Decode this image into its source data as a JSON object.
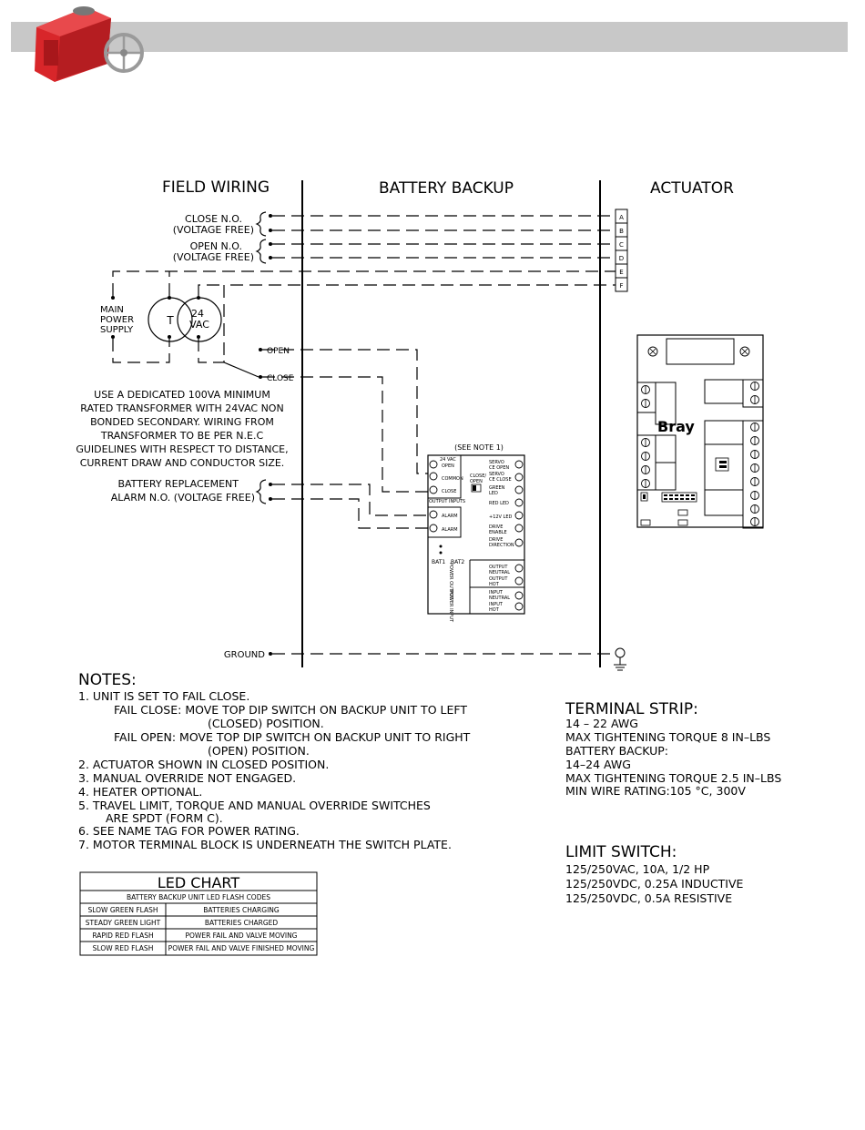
{
  "colors": {
    "header_bar": "#c8c8c8",
    "actuator_red": "#d8262a",
    "ink": "#000000"
  },
  "product_image": {
    "icon": "red-actuator-handwheel-icon"
  },
  "columns": {
    "field": "FIELD  WIRING",
    "battery": "BATTERY  BACKUP",
    "actuator": "ACTUATOR"
  },
  "field_labels": {
    "close_no": "CLOSE  N.O.",
    "close_vf": "(VOLTAGE  FREE)",
    "open_no": "OPEN  N.O.",
    "open_vf": "(VOLTAGE  FREE)",
    "main_power": [
      "MAIN",
      "POWER",
      "SUPPLY"
    ],
    "transformer_t": "T",
    "transformer_24": "24",
    "transformer_vac": "VAC",
    "switch_open": "OPEN",
    "switch_close": "CLOSE",
    "transformer_note": [
      "USE  A  DEDICATED  100VA  MINIMUM",
      "RATED  TRANSFORMER  WITH  24VAC  NON",
      "BONDED  SECONDARY.  WIRING  FROM",
      "TRANSFORMER  TO  BE  PER  N.E.C",
      "GUIDELINES  WITH  RESPECT  TO  DISTANCE,",
      "CURRENT  DRAW  AND  CONDUCTOR  SIZE."
    ],
    "battery_replacement": "BATTERY  REPLACEMENT",
    "alarm_no": "ALARM  N.O.  (VOLTAGE  FREE)",
    "ground": "GROUND"
  },
  "terminals": [
    "A",
    "B",
    "C",
    "D",
    "E",
    "F"
  ],
  "battery_board": {
    "see_note": "(SEE  NOTE  1)",
    "left_top": [
      "24 VAC",
      "OPEN",
      "COMMON",
      "CLOSE"
    ],
    "output_inputs": "OUTPUT  INPUTS",
    "alarm": [
      "ALARM",
      "ALARM"
    ],
    "close_open": [
      "CLOSE/",
      "OPEN"
    ],
    "right_labels": [
      "SERVO",
      "CE OPEN",
      "SERVO",
      "CE CLOSE",
      "GREEN",
      "LED",
      "RED LED",
      "+12V LED",
      "DRIVE",
      "ENABLE",
      "DRIVE",
      "DIRECTION"
    ],
    "bat1": "BAT1",
    "bat2": "BAT2",
    "power_output": "POWER OUTPUT",
    "output_labels": [
      "OUTPUT",
      "NEUTRAL",
      "OUTPUT",
      "HOT"
    ],
    "power_input": "POWER INPUT",
    "input_labels": [
      "INPUT",
      "NEUTRAL",
      "INPUT",
      "HOT"
    ]
  },
  "actuator_board": {
    "brand": "Bray"
  },
  "notes": {
    "title": "NOTES:",
    "lines": [
      "1.  UNIT  IS  SET  TO  FAIL  CLOSE.",
      "FAIL  CLOSE:  MOVE  TOP  DIP  SWITCH  ON  BACKUP  UNIT  TO  LEFT",
      "(CLOSED)  POSITION.",
      "FAIL  OPEN:  MOVE  TOP  DIP  SWITCH  ON  BACKUP  UNIT  TO  RIGHT",
      "(OPEN)  POSITION.",
      "2.  ACTUATOR  SHOWN  IN  CLOSED  POSITION.",
      "3.  MANUAL  OVERRIDE  NOT  ENGAGED.",
      "4.  HEATER  OPTIONAL.",
      "5.  TRAVEL  LIMIT,  TORQUE  AND  MANUAL  OVERRIDE  SWITCHES",
      "ARE  SPDT  (FORM  C).",
      "6.  SEE  NAME  TAG  FOR  POWER  RATING.",
      "7.  MOTOR  TERMINAL  BLOCK  IS  UNDERNEATH  THE  SWITCH  PLATE."
    ]
  },
  "terminal_strip": {
    "title": "TERMINAL  STRIP:",
    "lines": [
      "14  –  22  AWG",
      "MAX  TIGHTENING  TORQUE  8  IN–LBS",
      "BATTERY  BACKUP:",
      "14–24  AWG",
      "MAX  TIGHTENING  TORQUE  2.5  IN–LBS",
      "MIN  WIRE  RATING:105  °C,  300V"
    ]
  },
  "limit_switch": {
    "title": "LIMIT  SWITCH:",
    "lines": [
      "125/250VAC,  10A,  1/2  HP",
      "125/250VDC,  0.25A  INDUCTIVE",
      "125/250VDC,  0.5A  RESISTIVE"
    ]
  },
  "led_chart": {
    "title": "LED CHART",
    "subtitle": "BATTERY BACKUP UNIT LED FLASH CODES",
    "rows": [
      [
        "SLOW GREEN FLASH",
        "BATTERIES CHARGING"
      ],
      [
        "STEADY GREEN LIGHT",
        "BATTERIES CHARGED"
      ],
      [
        "RAPID RED FLASH",
        "POWER FAIL AND VALVE MOVING"
      ],
      [
        "SLOW RED FLASH",
        "POWER FAIL AND VALVE FINISHED MOVING"
      ]
    ]
  }
}
